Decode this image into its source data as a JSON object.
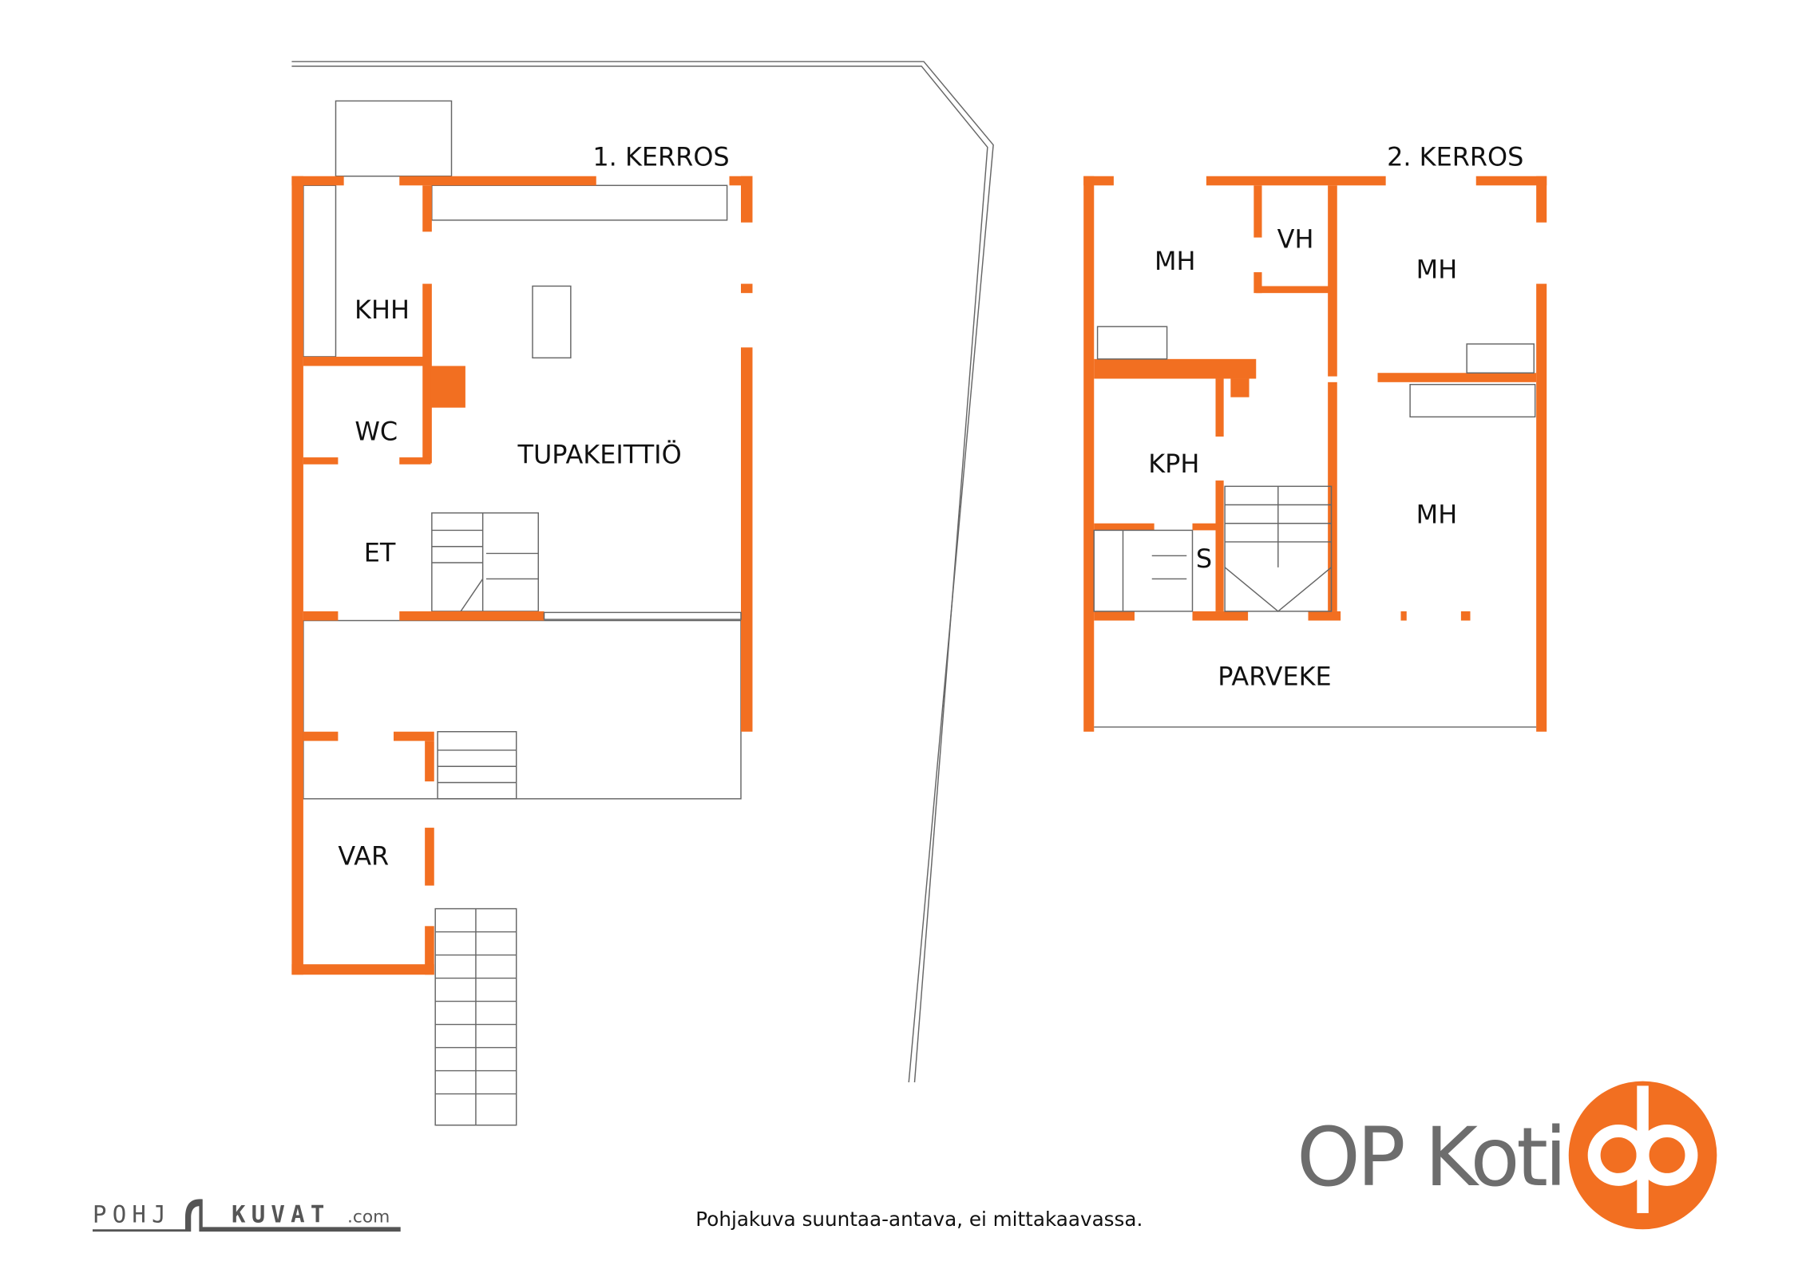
{
  "floors": [
    {
      "title": "1. KERROS",
      "rooms": [
        "KHH",
        "WC",
        "TUPAKEITTIÖ",
        "ET",
        "VAR"
      ]
    },
    {
      "title": "2. KERROS",
      "rooms": [
        "MH",
        "VH",
        "MH",
        "KPH",
        "S",
        "MH",
        "PARVEKE"
      ]
    }
  ],
  "caption": "Pohjakuva suuntaa-antava, ei mittakaavassa.",
  "watermark": {
    "left": "POHJ",
    "right": "KUVAT",
    "suffix": ".com"
  },
  "brand": {
    "name": "OP Koti",
    "color": "#F26F21"
  },
  "colors": {
    "wall": "#F26F21"
  }
}
